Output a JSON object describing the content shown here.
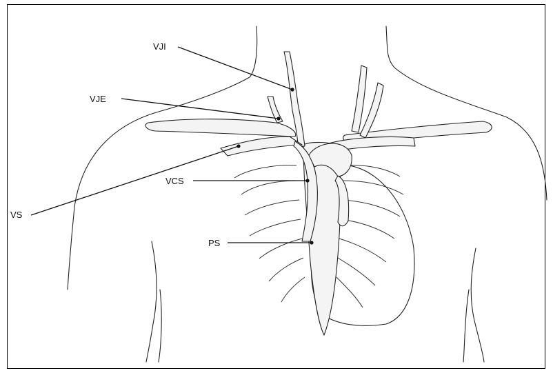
{
  "figure": {
    "labels": [
      {
        "id": "vji",
        "text": "VJI"
      },
      {
        "id": "vje",
        "text": "VJE"
      },
      {
        "id": "vcs",
        "text": "VCS"
      },
      {
        "id": "vs",
        "text": "VS"
      },
      {
        "id": "ps",
        "text": "PS"
      }
    ]
  }
}
